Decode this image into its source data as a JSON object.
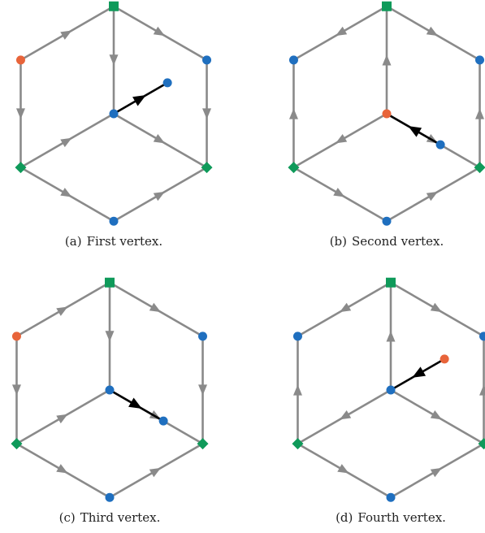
{
  "colors": {
    "edge": "#8a8a8a",
    "arrow": "#000000",
    "blue": "#1f6fbf",
    "orange": "#e8643a",
    "green": "#0f9a5a"
  },
  "panels": [
    {
      "label": "(a)",
      "caption": "First vertex.",
      "edge_arrows": [
        [
          "top",
          "upper_left",
          "backward"
        ],
        [
          "top",
          "upper_right",
          "forward"
        ],
        [
          "top",
          "center",
          "forward"
        ],
        [
          "upper_left",
          "lower_left",
          "forward"
        ],
        [
          "upper_right",
          "lower_right",
          "forward"
        ],
        [
          "center",
          "lower_left",
          "backward"
        ],
        [
          "center",
          "lower_right",
          "forward"
        ],
        [
          "lower_left",
          "bottom",
          "forward"
        ],
        [
          "lower_right",
          "bottom",
          "backward"
        ]
      ],
      "inner_arrow": {
        "target": [
          1.0,
          -0.577
        ],
        "reverse": false
      },
      "vertex_kinds": {
        "top": "square",
        "upper_left": "orange",
        "upper_right": "blue",
        "center": "blue",
        "lower_left": "diamond",
        "lower_right": "diamond",
        "bottom": "blue",
        "inner": "blue"
      }
    },
    {
      "label": "(b)",
      "caption": "Second vertex.",
      "edge_arrows": [
        [
          "top",
          "upper_left",
          "forward"
        ],
        [
          "top",
          "upper_right",
          "forward"
        ],
        [
          "top",
          "center",
          "backward"
        ],
        [
          "upper_left",
          "lower_left",
          "backward"
        ],
        [
          "upper_right",
          "lower_right",
          "backward"
        ],
        [
          "center",
          "lower_left",
          "forward"
        ],
        [
          "center",
          "lower_right",
          "forward"
        ],
        [
          "lower_left",
          "bottom",
          "forward"
        ],
        [
          "lower_right",
          "bottom",
          "backward"
        ]
      ],
      "inner_arrow": {
        "target": [
          1.0,
          0.577
        ],
        "reverse": true
      },
      "vertex_kinds": {
        "top": "square",
        "upper_left": "blue",
        "upper_right": "blue",
        "center": "orange",
        "lower_left": "diamond",
        "lower_right": "diamond",
        "bottom": "blue",
        "inner": "blue"
      }
    },
    {
      "label": "(c)",
      "caption": "Third vertex.",
      "edge_arrows": [
        [
          "top",
          "upper_left",
          "backward"
        ],
        [
          "top",
          "upper_right",
          "forward"
        ],
        [
          "top",
          "center",
          "forward"
        ],
        [
          "upper_left",
          "lower_left",
          "forward"
        ],
        [
          "upper_right",
          "lower_right",
          "forward"
        ],
        [
          "center",
          "lower_left",
          "backward"
        ],
        [
          "center",
          "lower_right",
          "forward"
        ],
        [
          "lower_left",
          "bottom",
          "forward"
        ],
        [
          "lower_right",
          "bottom",
          "backward"
        ]
      ],
      "inner_arrow": {
        "target": [
          1.0,
          0.577
        ],
        "reverse": false
      },
      "vertex_kinds": {
        "top": "square",
        "upper_left": "orange",
        "upper_right": "blue",
        "center": "blue",
        "lower_left": "diamond",
        "lower_right": "diamond",
        "bottom": "blue",
        "inner": "blue"
      }
    },
    {
      "label": "(d)",
      "caption": "Fourth vertex.",
      "edge_arrows": [
        [
          "top",
          "upper_left",
          "forward"
        ],
        [
          "top",
          "upper_right",
          "forward"
        ],
        [
          "top",
          "center",
          "backward"
        ],
        [
          "upper_left",
          "lower_left",
          "backward"
        ],
        [
          "upper_right",
          "lower_right",
          "backward"
        ],
        [
          "center",
          "lower_left",
          "forward"
        ],
        [
          "center",
          "lower_right",
          "forward"
        ],
        [
          "lower_left",
          "bottom",
          "forward"
        ],
        [
          "lower_right",
          "bottom",
          "backward"
        ]
      ],
      "inner_arrow": {
        "target": [
          1.0,
          -0.577
        ],
        "reverse": true
      },
      "vertex_kinds": {
        "top": "square",
        "upper_left": "blue",
        "upper_right": "blue",
        "center": "blue",
        "lower_left": "diamond",
        "lower_right": "diamond",
        "bottom": "blue",
        "inner": "orange"
      }
    }
  ]
}
